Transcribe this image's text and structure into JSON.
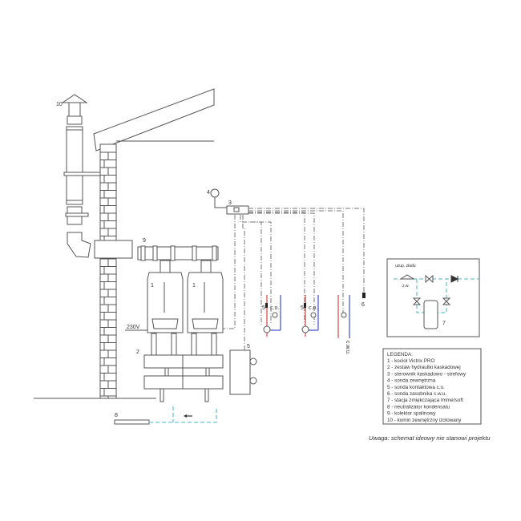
{
  "labels": {
    "boiler1": "1",
    "boiler2": "1",
    "hydraulics": "2",
    "controller": "3",
    "outdoor_sensor": "4",
    "contact_sensor_a": "5",
    "contact_sensor_b": "5",
    "contact_sensor_c": "5",
    "tank_sensor": "6",
    "softener": "7",
    "neutralizer": "8",
    "collector": "9",
    "chimney": "10",
    "voltage": "230V",
    "co_a": "c.o.",
    "co_b": "c.o.",
    "cwu": "c.w.u.",
    "make_up": "uzup. zładu",
    "zw": "z.w."
  },
  "legend": {
    "title": "LEGENDA:",
    "items": [
      "1 - kocioł Victrix PRO",
      "2 - zestaw hydrauliki kaskadowej",
      "3 - sterownik kaskadowo - strefowy",
      "4 - sonda zewnętrzna",
      "5 - sonda kontaktowa c.o.",
      "6 - sonda zasobnika c.w.u.",
      "7 - stacja zmiękczająca Immersoft",
      "8 - neutralizator kondensatu",
      "9 - kolektor spalinowy",
      "10 - komin zewnętrzny izolowany"
    ]
  },
  "note": "Uwaga: schemat ideowy nie stanowi projektu",
  "colors": {
    "supply": "#d9534f",
    "return": "#4a5bd0",
    "water": "#6cc3d5"
  }
}
